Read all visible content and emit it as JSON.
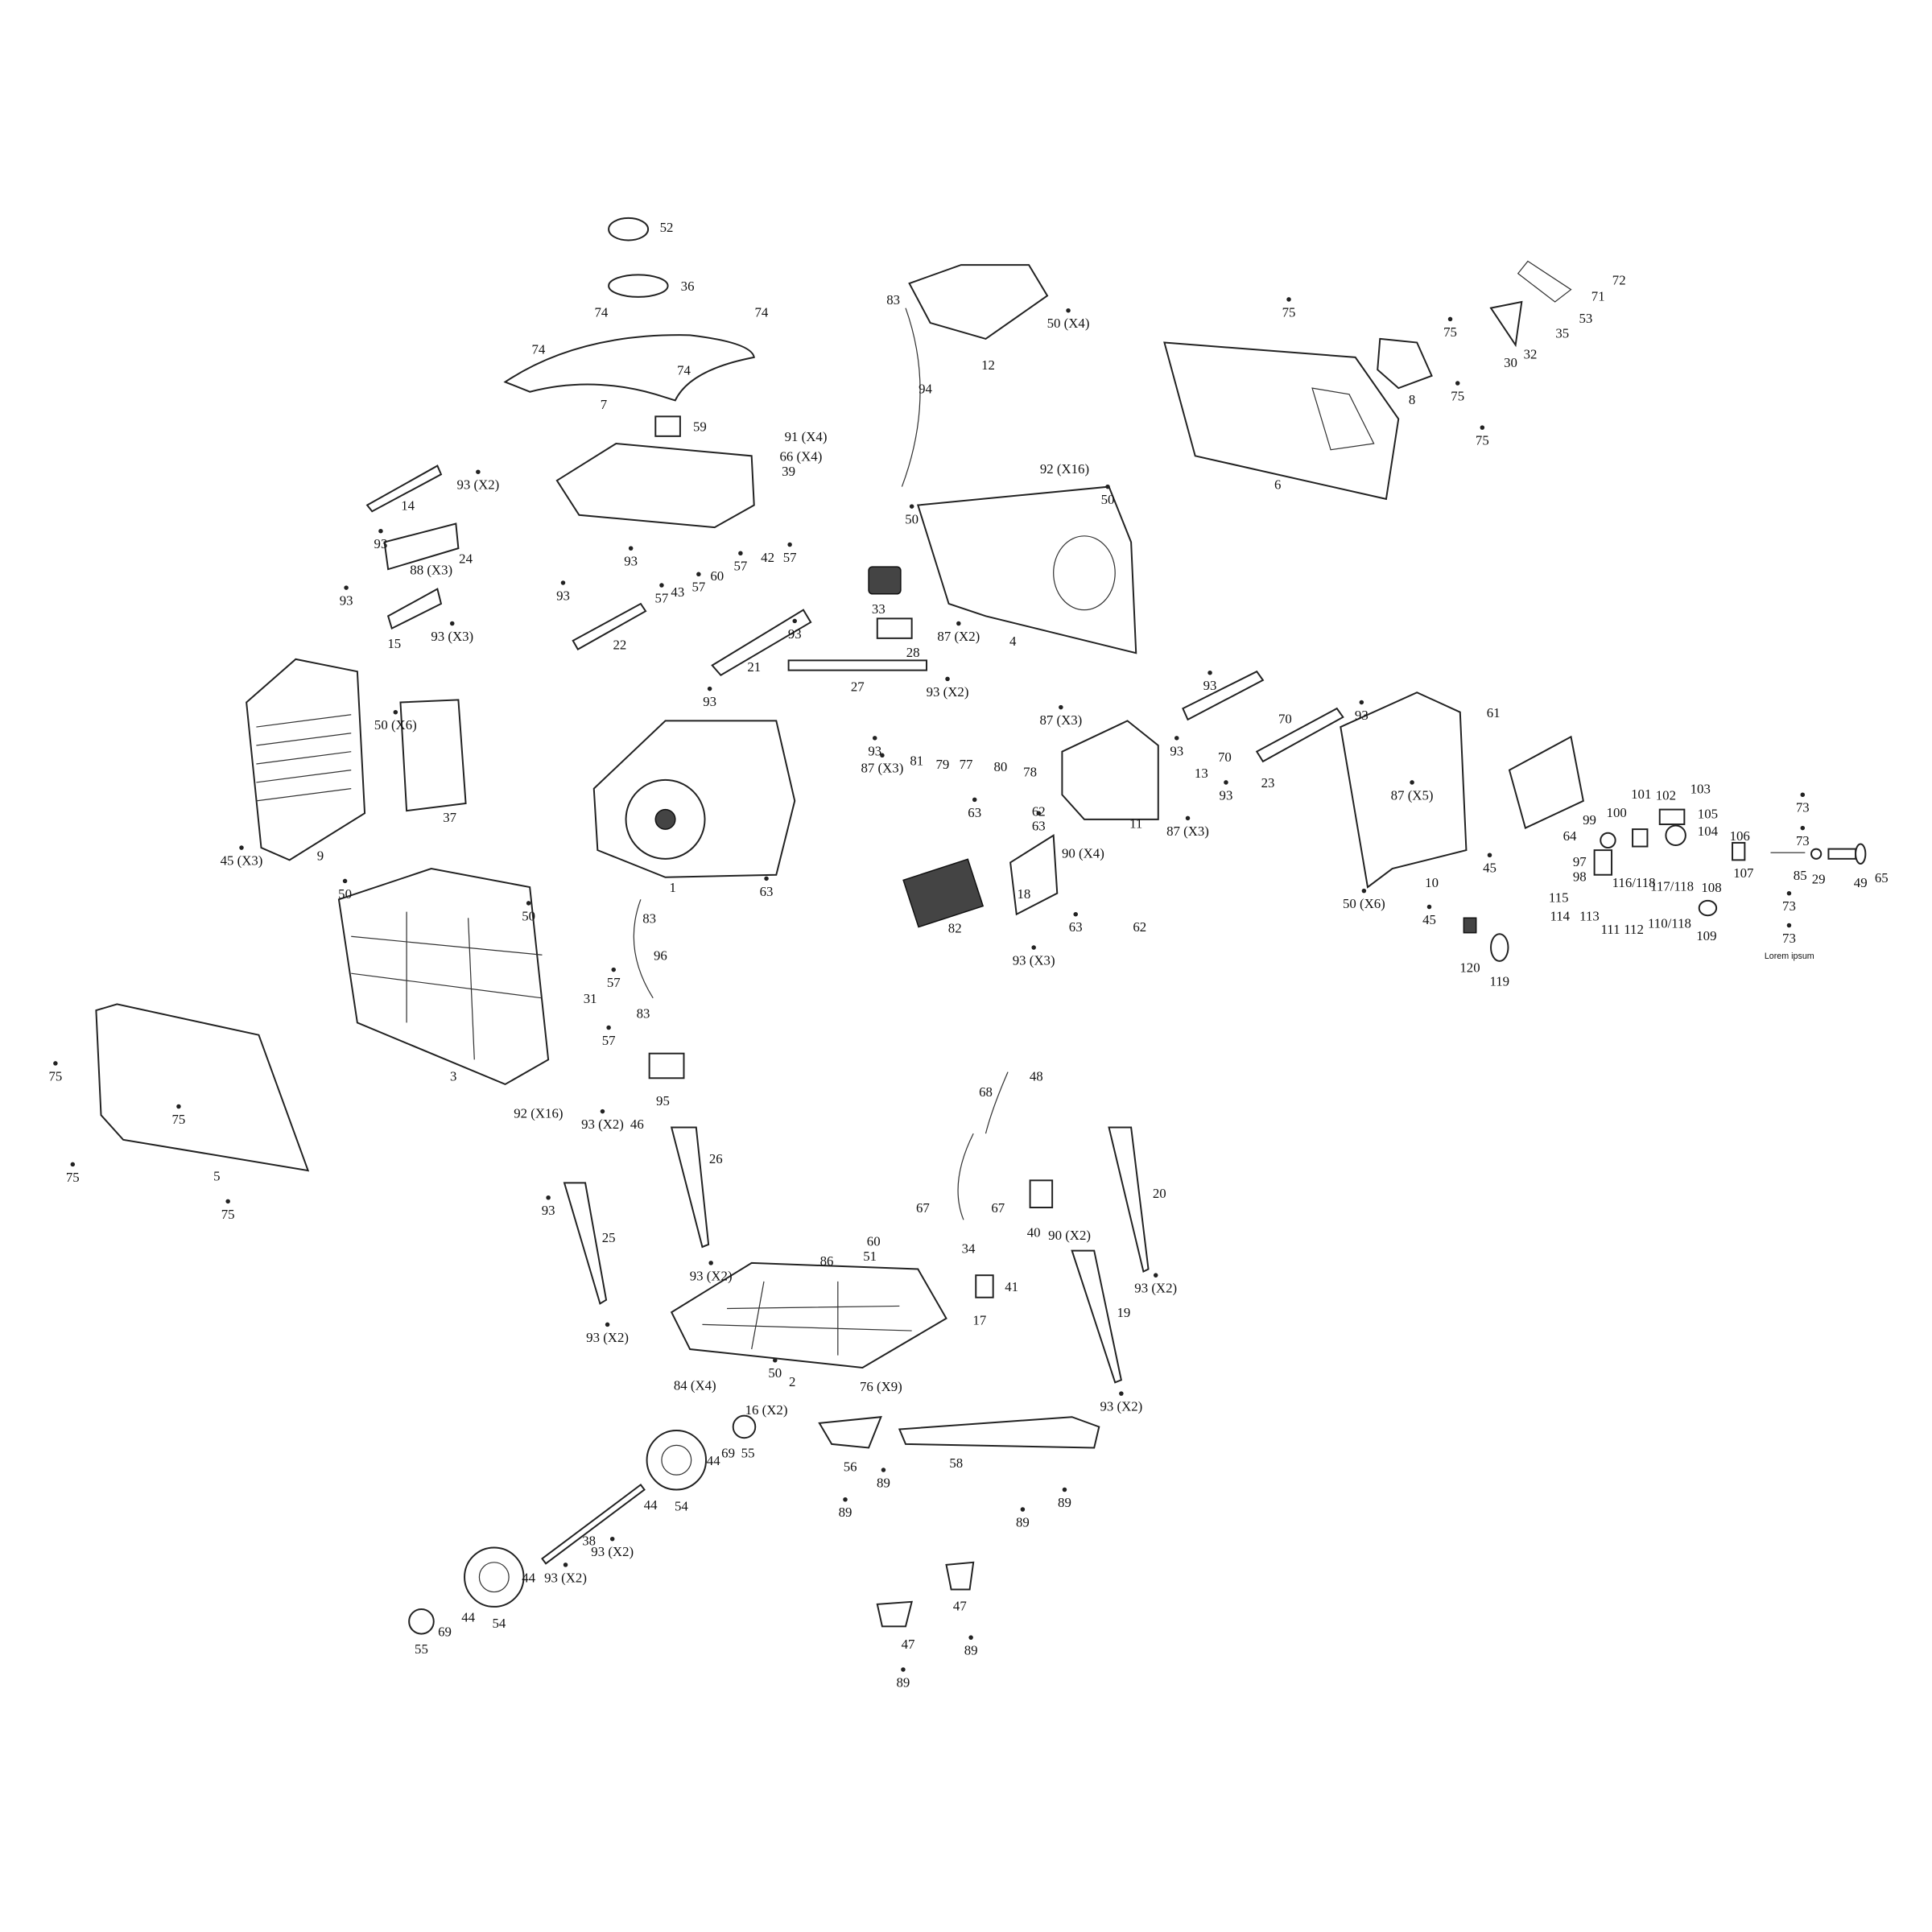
{
  "diagram": {
    "type": "exploded-parts-diagram",
    "caption": "Lorem ipsum",
    "labels": [
      "52",
      "36",
      "74",
      "74",
      "74",
      "74",
      "7",
      "59",
      "91 (X4)",
      "66 (X4)",
      "39",
      "14",
      "93 (X2)",
      "93",
      "88 (X3)",
      "24",
      "93",
      "15",
      "93 (X3)",
      "93",
      "57",
      "42",
      "57",
      "43",
      "57",
      "57",
      "60",
      "93",
      "22",
      "12",
      "83",
      "50 (X4)",
      "94",
      "92 (X16)",
      "50",
      "50",
      "33",
      "28",
      "87 (X2)",
      "4",
      "75",
      "75",
      "75",
      "75",
      "6",
      "8",
      "30",
      "32",
      "35",
      "53",
      "71",
      "72",
      "21",
      "93",
      "27",
      "93 (X2)",
      "93",
      "50 (X6)",
      "37",
      "9",
      "45 (X3)",
      "93",
      "87 (X3)",
      "81",
      "79",
      "77",
      "80",
      "78",
      "87 (X3)",
      "63",
      "62",
      "63",
      "11",
      "90 (X4)",
      "93",
      "93",
      "70",
      "13",
      "93",
      "87 (X3)",
      "70",
      "23",
      "93",
      "87 (X5)",
      "10",
      "61",
      "64",
      "45",
      "50 (X6)",
      "45",
      "82",
      "18",
      "93 (X3)",
      "63",
      "62",
      "120",
      "119",
      "99",
      "100",
      "101",
      "102",
      "103",
      "105",
      "104",
      "106",
      "107",
      "97",
      "98",
      "116/118",
      "117/118",
      "108",
      "115",
      "114",
      "113",
      "111",
      "112",
      "110/118",
      "109",
      "73",
      "73",
      "85",
      "29",
      "49",
      "65",
      "73",
      "73",
      "1",
      "63",
      "83",
      "96",
      "31",
      "57",
      "83",
      "57",
      "50",
      "50",
      "3",
      "92 (X16)",
      "75",
      "75",
      "5",
      "75",
      "75",
      "95",
      "93 (X2)",
      "46",
      "26",
      "68",
      "48",
      "67",
      "67",
      "34",
      "40",
      "90 (X2)",
      "20",
      "93",
      "25",
      "93 (X2)",
      "86",
      "60",
      "51",
      "41",
      "17",
      "19",
      "93 (X2)",
      "93 (X2)",
      "84 (X4)",
      "50",
      "2",
      "76 (X9)",
      "16 (X2)",
      "93 (X2)",
      "55",
      "69",
      "44",
      "56",
      "89",
      "58",
      "89",
      "89",
      "89",
      "44",
      "54",
      "38",
      "93 (X2)",
      "93 (X2)",
      "44",
      "44",
      "54",
      "69",
      "55",
      "47",
      "47",
      "89",
      "89"
    ]
  }
}
